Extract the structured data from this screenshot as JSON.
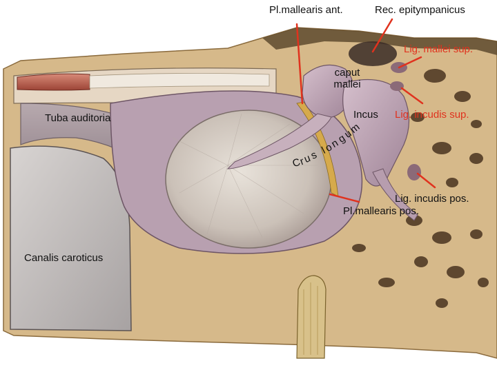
{
  "labels": {
    "pl_mallearis_ant": "Pl.mallearis ant.",
    "rec_epitympanicus": "Rec. epitympanicus",
    "lig_mallei_sup": "Lig. mallei sup.",
    "caput_mallei_1": "caput",
    "caput_mallei_2": "mallei",
    "incus": "Incus",
    "lig_incudis_sup": "Lig. incudis sup.",
    "tuba_auditoria": "Tuba auditoria",
    "crus_longum": [
      "C",
      "r",
      "u",
      "s",
      "l",
      "o",
      "n",
      "g",
      "u",
      "m"
    ],
    "lig_incudis_pos": "Lig. incudis pos.",
    "pl_mallearis_pos": "Pl.mallearis pos.",
    "canalis_caroticus": "Canalis caroticus"
  },
  "colors": {
    "black_label": "#111111",
    "red_label": "#e0321e",
    "bone": "#d6b98a",
    "mucosa": "#b8a0b0",
    "membrane": "#c9c0b8",
    "muscle": "#b55a4a"
  }
}
